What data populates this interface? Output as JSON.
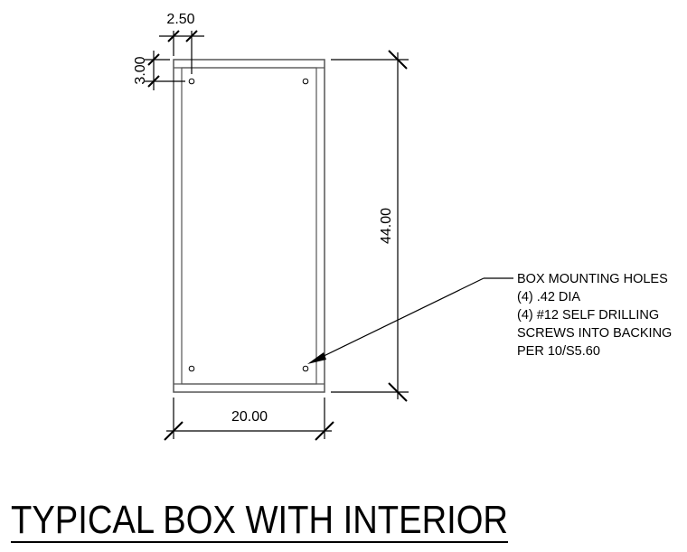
{
  "title": "TYPICAL BOX WITH INTERIOR",
  "dimensions": {
    "hole_offset_x": "2.50",
    "hole_offset_y": "3.00",
    "height": "44.00",
    "width": "20.00"
  },
  "callout": {
    "lines": [
      "BOX MOUNTING HOLES",
      "(4) .42 DIA",
      "(4) #12 SELF DRILLING",
      "SCREWS INTO BACKING",
      "PER 10/S5.60"
    ]
  },
  "colors": {
    "line": "#000000",
    "box_outline": "#555555",
    "background": "#ffffff"
  }
}
